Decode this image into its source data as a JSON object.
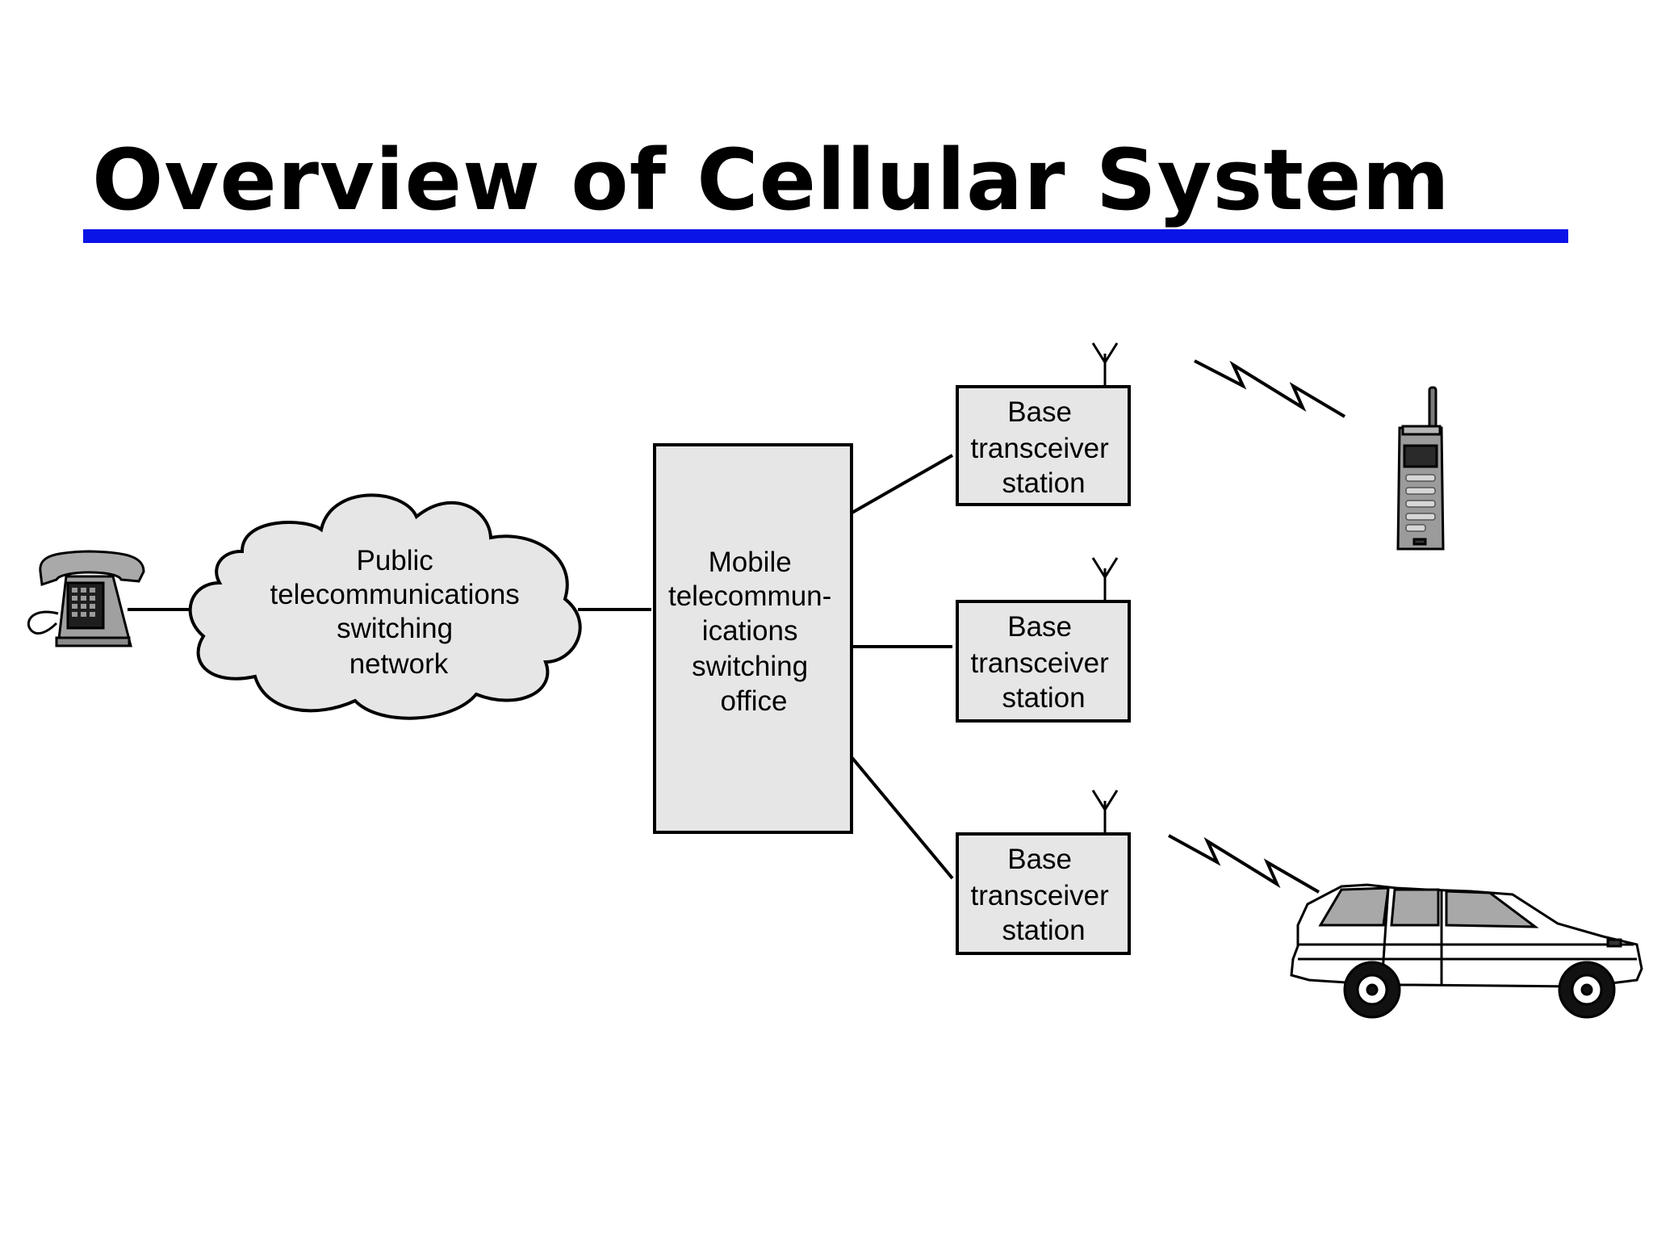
{
  "title": "Overview of Cellular System",
  "colors": {
    "title_rule": "#0a14e6",
    "node_fill": "#e6e6e6",
    "stroke": "#000000",
    "background": "#ffffff"
  },
  "nodes": {
    "pstn": {
      "lines": [
        "Public",
        "telecommunications",
        "switching",
        "network"
      ]
    },
    "mtso": {
      "lines": [
        "Mobile",
        "telecommun-",
        "ications",
        "switching",
        "office"
      ]
    },
    "bts_1": {
      "lines": [
        "Base",
        "transceiver",
        "station"
      ]
    },
    "bts_2": {
      "lines": [
        "Base",
        "transceiver",
        "station"
      ]
    },
    "bts_3": {
      "lines": [
        "Base",
        "transceiver",
        "station"
      ]
    }
  },
  "icons": {
    "landline": "telephone-icon",
    "mobile": "mobile-phone-icon",
    "vehicle": "car-icon",
    "antenna": "antenna-icon",
    "wireless": "radio-signal-icon"
  }
}
